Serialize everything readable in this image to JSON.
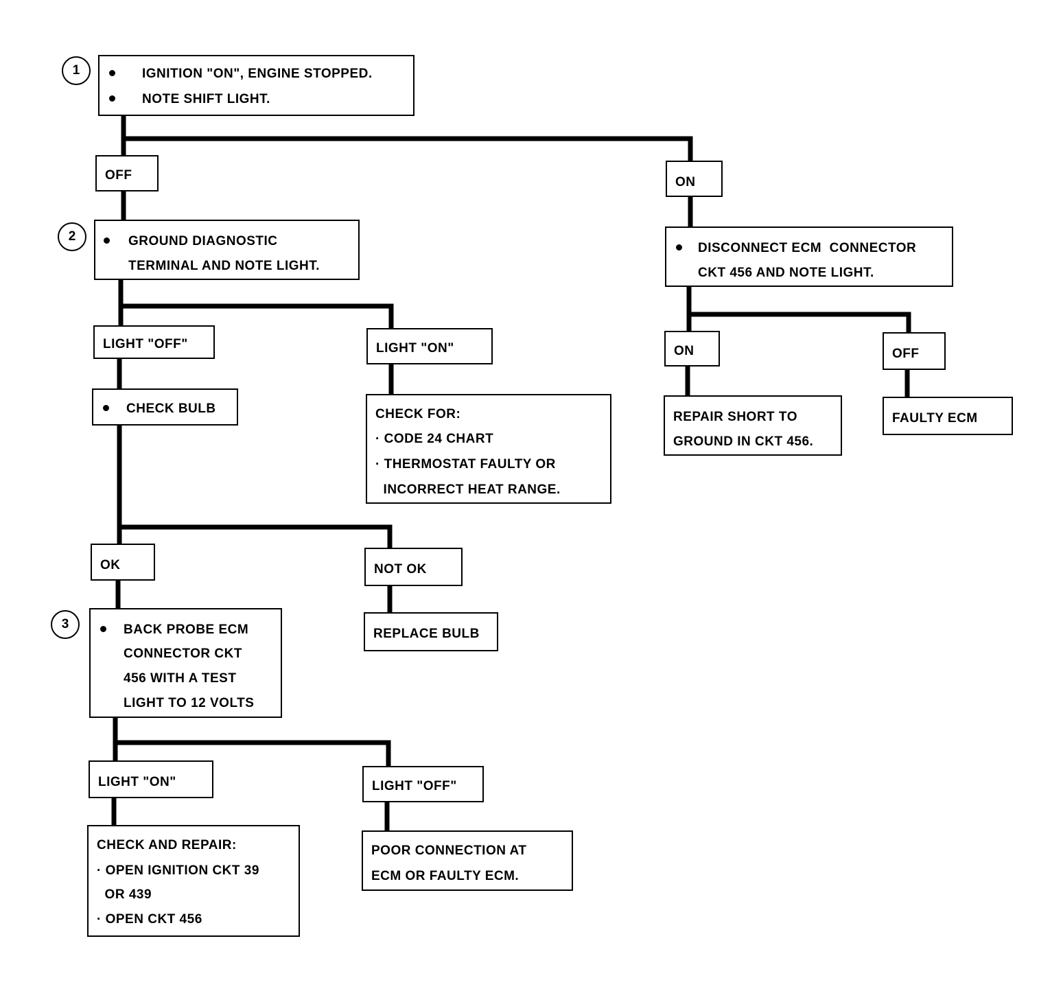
{
  "steps": {
    "s1": {
      "number": "1",
      "lines": [
        "IGNITION \"ON\", ENGINE STOPPED.",
        "NOTE SHIFT LIGHT."
      ]
    },
    "s1_off": "OFF",
    "s1_on": "ON",
    "s2": {
      "number": "2",
      "lines": [
        "GROUND DIAGNOSTIC",
        "TERMINAL AND NOTE LIGHT."
      ]
    },
    "s2_light_off": "LIGHT \"OFF\"",
    "s2_light_on": "LIGHT \"ON\"",
    "check_bulb": "CHECK BULB",
    "check_for": {
      "lines": [
        "CHECK FOR:",
        "· CODE 24 CHART",
        "· THERMOSTAT FAULTY OR",
        "  INCORRECT HEAT RANGE."
      ]
    },
    "bulb_ok": "OK",
    "bulb_not_ok": "NOT OK",
    "replace_bulb": "REPLACE BULB",
    "s3": {
      "number": "3",
      "lines": [
        "BACK PROBE ECM",
        "CONNECTOR CKT",
        "456 WITH A TEST",
        "LIGHT TO 12 VOLTS"
      ]
    },
    "s3_light_on": "LIGHT \"ON\"",
    "s3_light_off": "LIGHT \"OFF\"",
    "check_repair": {
      "lines": [
        "CHECK AND REPAIR:",
        "· OPEN IGNITION CKT 39",
        "  OR 439",
        "· OPEN CKT 456"
      ]
    },
    "poor_connection": {
      "lines": [
        "POOR CONNECTION AT",
        "ECM OR FAULTY ECM."
      ]
    },
    "disconnect": {
      "lines": [
        "DISCONNECT ECM  CONNECTOR",
        "CKT 456 AND NOTE LIGHT."
      ]
    },
    "d_on": "ON",
    "d_off": "OFF",
    "repair_short": {
      "lines": [
        "REPAIR SHORT TO",
        "GROUND IN CKT 456."
      ]
    },
    "faulty_ecm": "FAULTY ECM"
  }
}
